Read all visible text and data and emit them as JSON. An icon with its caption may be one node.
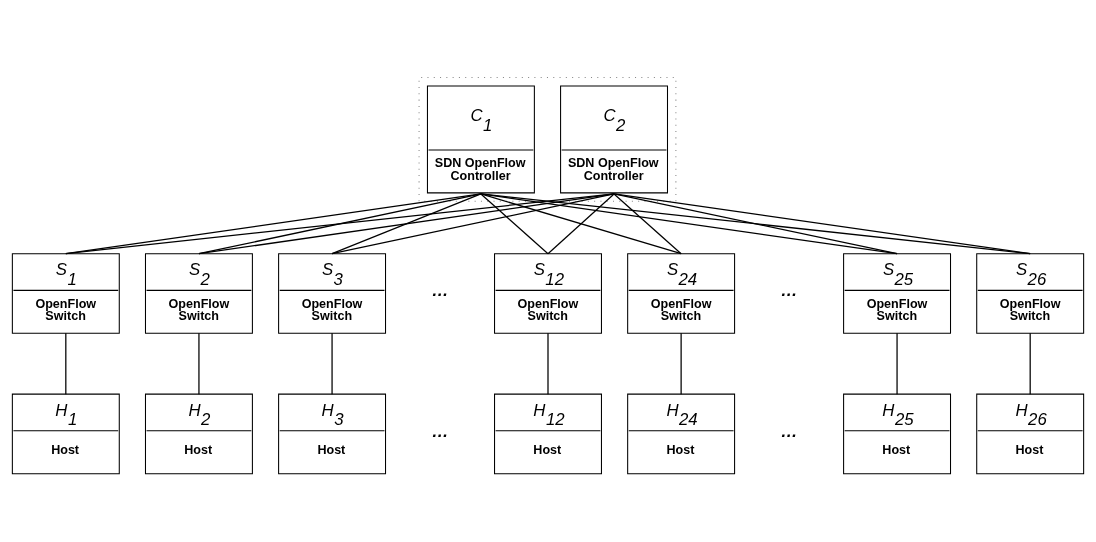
{
  "diagram": {
    "nodes": [
      {
        "text": [],
        "shape": "box"
      },
      {
        "text": [
          "C$_{1}$",
          "SDN OpenFlow Controller"
        ],
        "in": 0
      },
      {
        "text": [
          "C$_{2}$",
          "SDN OpenFlow Controller"
        ],
        "in": 0
      },
      {
        "text": [
          "S$_{1}$",
          "OpenFlow Switch"
        ]
      },
      {
        "text": [
          "S$_{2}$",
          "OpenFlow Switch"
        ]
      },
      {
        "text": [
          "S$_{3}$",
          "OpenFlow Switch"
        ]
      },
      {
        "text": [
          "S$_{12}$",
          "OpenFlow Switch"
        ]
      },
      {
        "text": [
          "S$_{24}$",
          "OpenFlow Switch"
        ]
      },
      {
        "text": [
          "S$_{25}$",
          "OpenFlow Switch"
        ]
      },
      {
        "text": [
          "S$_{26}$",
          "OpenFlow Switch"
        ]
      },
      {
        "text": [
          "H$_{1}$",
          "Host"
        ]
      },
      {
        "text": [
          "H$_{2}$",
          "Host"
        ]
      },
      {
        "text": [
          "H$_{3}$",
          "Host"
        ]
      },
      {
        "text": [
          "H$_{12}$",
          "Host"
        ]
      },
      {
        "text": [
          "H$_{24}$",
          "Host"
        ]
      },
      {
        "text": [
          "H$_{25}$",
          "Host"
        ]
      },
      {
        "text": [
          "H$_{26}$",
          "Host"
        ]
      }
    ],
    "edges": [
      {
        "from": 1,
        "to": 3,
        "arrow": "none"
      },
      {
        "from": 1,
        "to": 4,
        "arrow": "none"
      },
      {
        "from": 1,
        "to": 5,
        "arrow": "none"
      },
      {
        "from": 1,
        "to": 6,
        "arrow": "none"
      },
      {
        "from": 1,
        "to": 7,
        "arrow": "none"
      },
      {
        "from": 1,
        "to": 8,
        "arrow": "none"
      },
      {
        "from": 1,
        "to": 9,
        "arrow": "none"
      },
      {
        "from": 2,
        "to": 3,
        "arrow": "none"
      },
      {
        "from": 2,
        "to": 4,
        "arrow": "none"
      },
      {
        "from": 2,
        "to": 5,
        "arrow": "none"
      },
      {
        "from": 2,
        "to": 6,
        "arrow": "none"
      },
      {
        "from": 2,
        "to": 7,
        "arrow": "none"
      },
      {
        "from": 2,
        "to": 8,
        "arrow": "none"
      },
      {
        "from": 2,
        "to": 9,
        "arrow": "none"
      },
      {
        "from": 3,
        "to": 10,
        "arrow": "none"
      },
      {
        "from": 4,
        "to": 11,
        "arrow": "none"
      },
      {
        "from": 5,
        "to": 12,
        "arrow": "none"
      },
      {
        "from": 6,
        "to": 13,
        "arrow": "none"
      },
      {
        "from": 7,
        "to": 14,
        "arrow": "none"
      },
      {
        "from": 8,
        "to": 15,
        "arrow": "none"
      },
      {
        "from": 9,
        "to": 16,
        "arrow": "none"
      }
    ],
    "labels": [
      "…",
      "…",
      "…",
      "…"
    ]
  }
}
